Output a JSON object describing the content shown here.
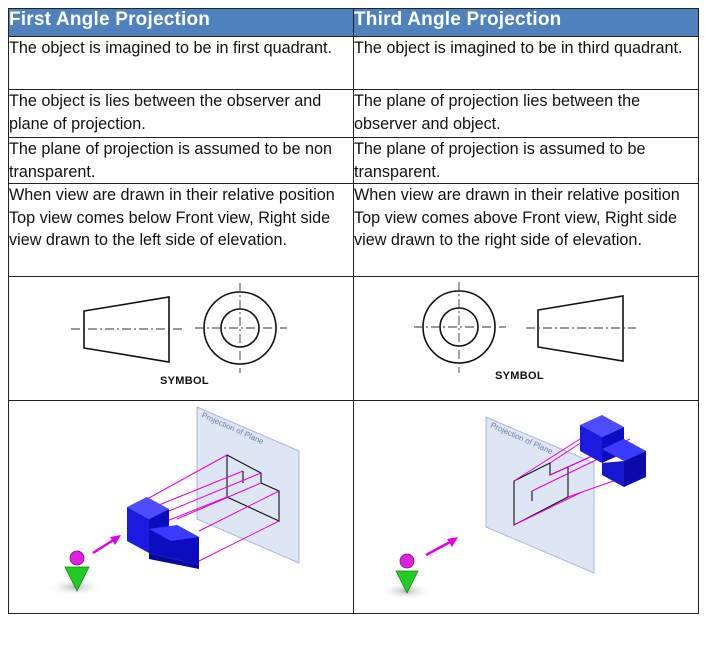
{
  "table": {
    "headers": [
      "First Angle Projection",
      "Third Angle Projection"
    ],
    "rows": [
      [
        "The object is imagined to be in first quadrant.",
        "The object is imagined to be in third quadrant."
      ],
      [
        "The object is lies between the observer and plane of projection.",
        "The plane of projection lies between the observer and object."
      ],
      [
        "The plane of projection is assumed to be non transparent.",
        "The plane of projection is assumed to be transparent."
      ],
      [
        "When view are drawn in their relative position Top view comes below Front view, Right side view drawn to the left side of elevation.",
        "When view are drawn in their relative position Top view comes above Front view, Right side view drawn to the right side of elevation."
      ]
    ]
  },
  "symbols": {
    "first_label": "SYMBOL",
    "third_label": "SYMBOL"
  },
  "illustrations": {
    "plane_label": "Projection of Plane",
    "block_color": "#1010ee",
    "projector_color": "#e000e0",
    "plane_color": "#c8d4ec"
  }
}
